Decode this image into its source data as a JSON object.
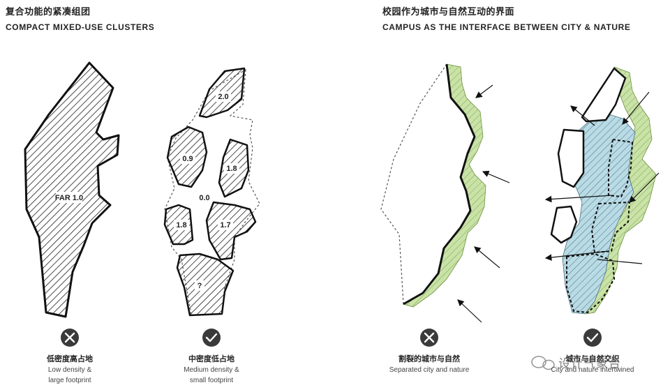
{
  "header_left": {
    "zh": "复合功能的紧凑组团",
    "en": "COMPACT MIXED-USE CLUSTERS"
  },
  "header_right": {
    "zh": "校园作为城市与自然互动的界面",
    "en": "CAMPUS AS THE INTERFACE BETWEEN CITY & NATURE"
  },
  "labels": {
    "far": "FAR 1.0",
    "b1": "2.0",
    "b2": "0.9",
    "b3": "1.8",
    "b4": "0.0",
    "b5": "1.8",
    "b6": "1.7",
    "b7": "?"
  },
  "captions": [
    {
      "zh": "低密度高占地",
      "en1": "Low density &",
      "en2": "large footprint",
      "mark": "cross"
    },
    {
      "zh": "中密度低占地",
      "en1": "Medium density &",
      "en2": "small footprint",
      "mark": "check"
    },
    {
      "zh": "割裂的城市与自然",
      "en1": "Separated city and nature",
      "en2": "",
      "mark": "cross"
    },
    {
      "zh": "城市与自然交织",
      "en1": "City and nature intertwined",
      "en2": "",
      "mark": "check"
    }
  ],
  "colors": {
    "hatch": "#1e1e1e",
    "green": "#c9e3a6",
    "blue": "#b9dbe6",
    "mark": "#3a3a3a"
  },
  "watermark": "设计气象台"
}
